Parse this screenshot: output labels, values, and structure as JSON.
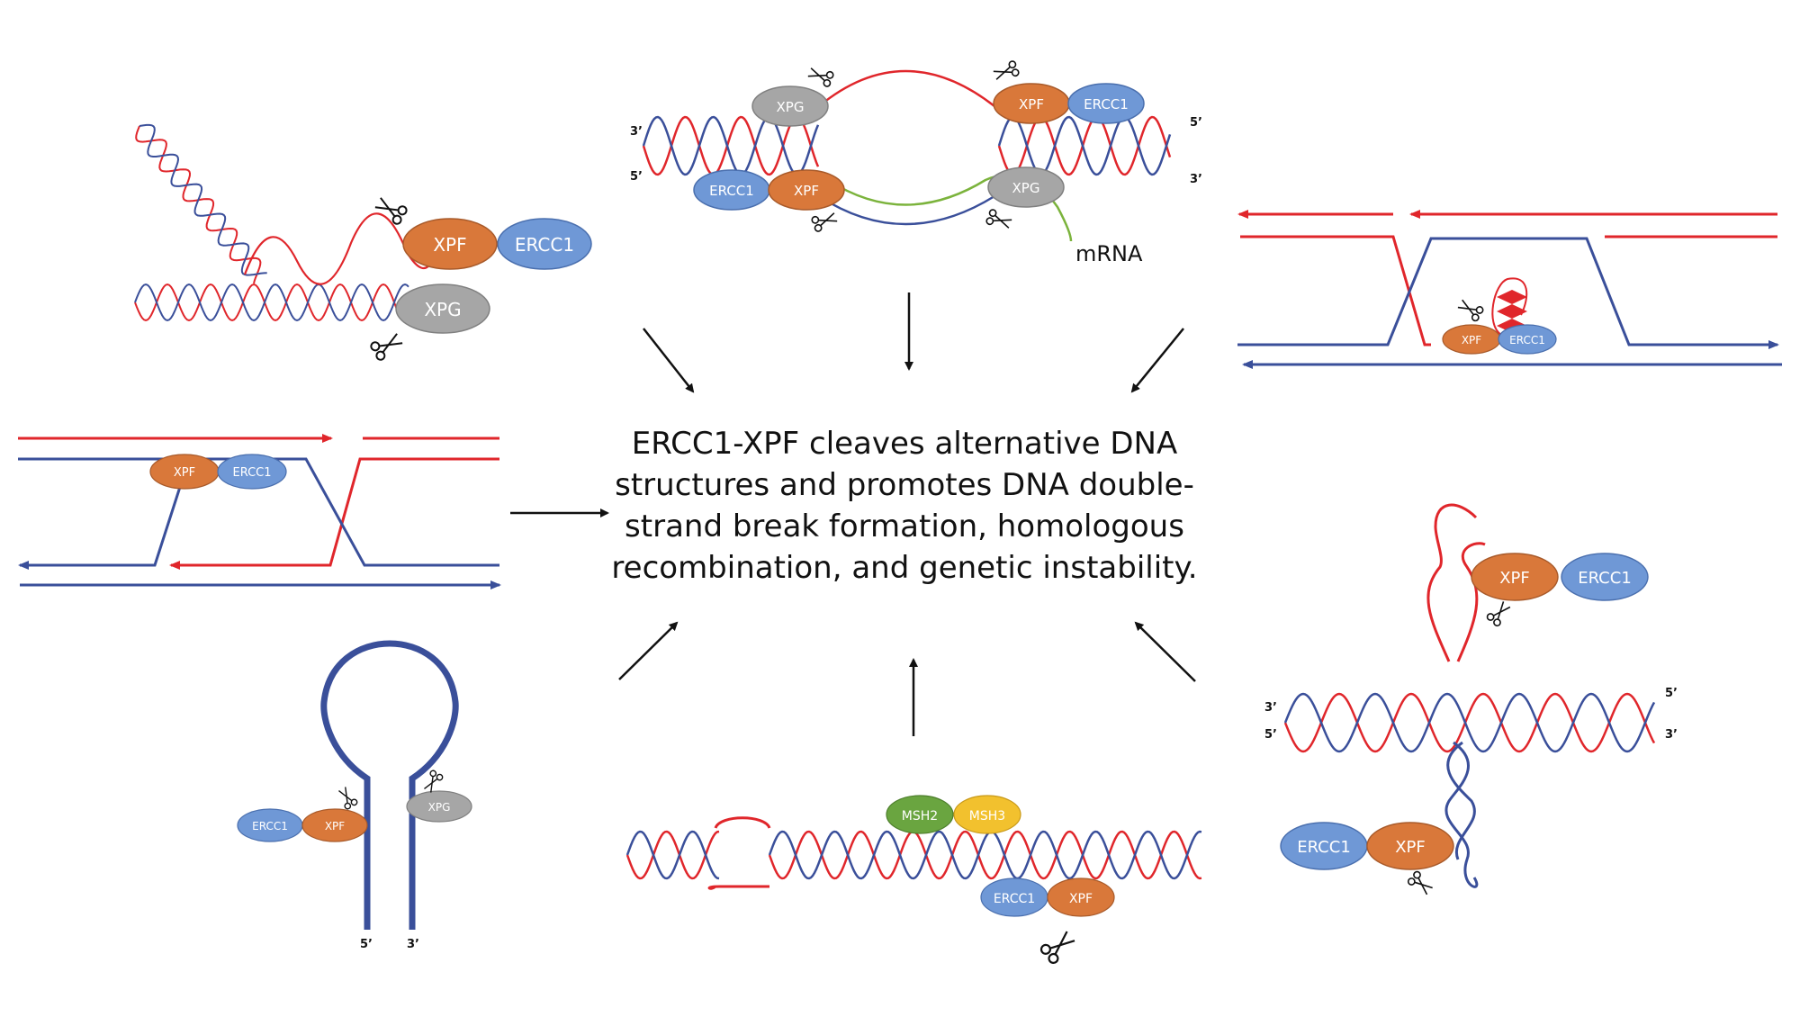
{
  "center_text": "ERCC1-XPF cleaves alternative DNA structures and promotes DNA double-strand break formation, homologous recombination, and genetic instability.",
  "proteins": {
    "xpf": "XPF",
    "ercc1": "ERCC1",
    "xpg": "XPG",
    "msh2": "MSH2",
    "msh3": "MSH3"
  },
  "labels": {
    "mrna": "mRNA",
    "three_prime": "3’",
    "five_prime": "5’"
  },
  "colors": {
    "red_strand": "#e0262b",
    "blue_strand": "#3a4f9a",
    "green_strand": "#7bb33c",
    "xpf": "#d9783a",
    "ercc1": "#6f98d6",
    "xpg": "#a6a6a6",
    "msh2": "#6aa540",
    "msh3": "#f2c12e"
  }
}
